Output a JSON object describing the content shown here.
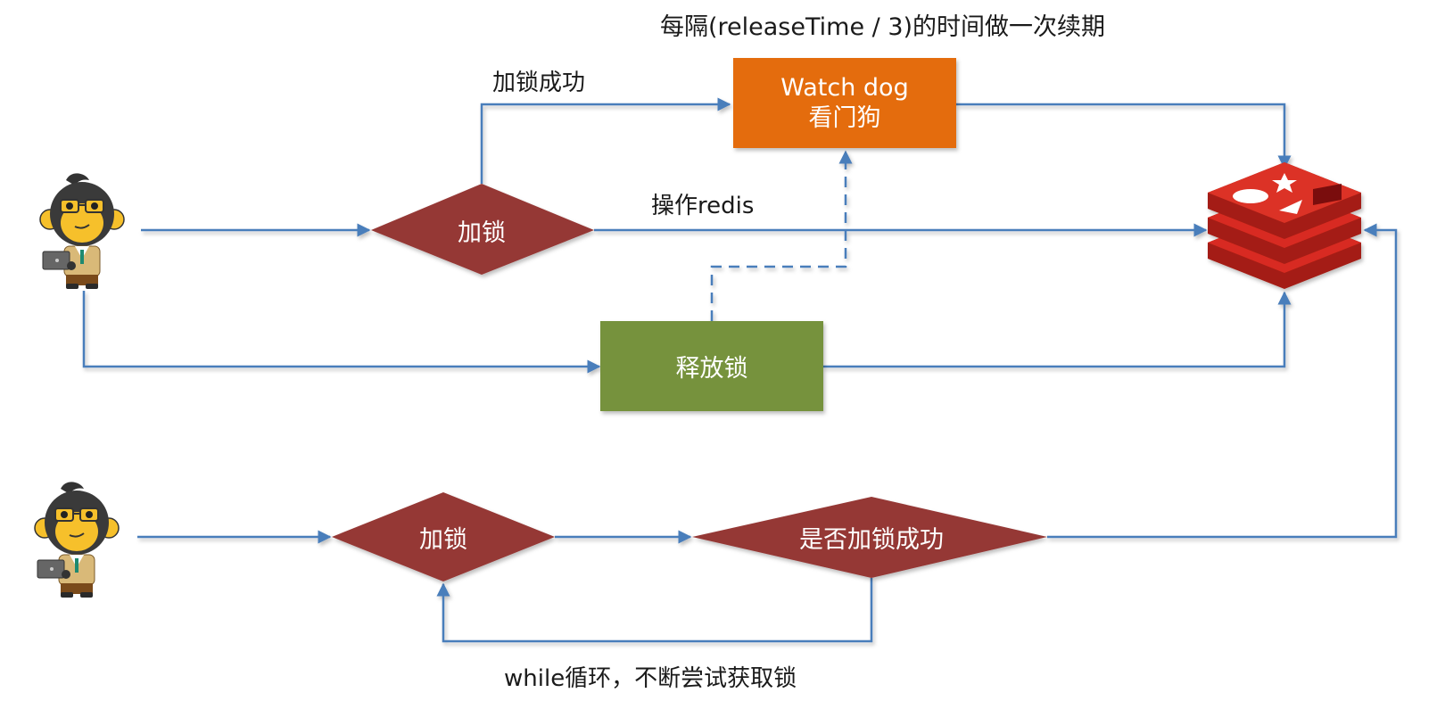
{
  "colors": {
    "arrow": "#4a7ebb",
    "diamond": "#953735",
    "watchdog": "#e46c0a",
    "release": "#76923c",
    "redis": "#d82c20",
    "text": "#1a1a1a",
    "white": "#ffffff"
  },
  "labels": {
    "renewal_note": "每隔(releaseTime / 3)的时间做一次续期",
    "lock_success": "加锁成功",
    "operate_redis": "操作redis",
    "while_loop": "while循环，不断尝试获取锁"
  },
  "nodes": {
    "watchdog": {
      "line1": "Watch dog",
      "line2": "看门狗"
    },
    "lock_top": {
      "label": "加锁"
    },
    "release": {
      "label": "释放锁"
    },
    "lock_bottom": {
      "label": "加锁"
    },
    "check_success": {
      "label": "是否加锁成功"
    }
  },
  "icons": {
    "client_top": "monkey-developer-icon",
    "client_bottom": "monkey-developer-icon",
    "redis": "redis-logo-icon"
  }
}
